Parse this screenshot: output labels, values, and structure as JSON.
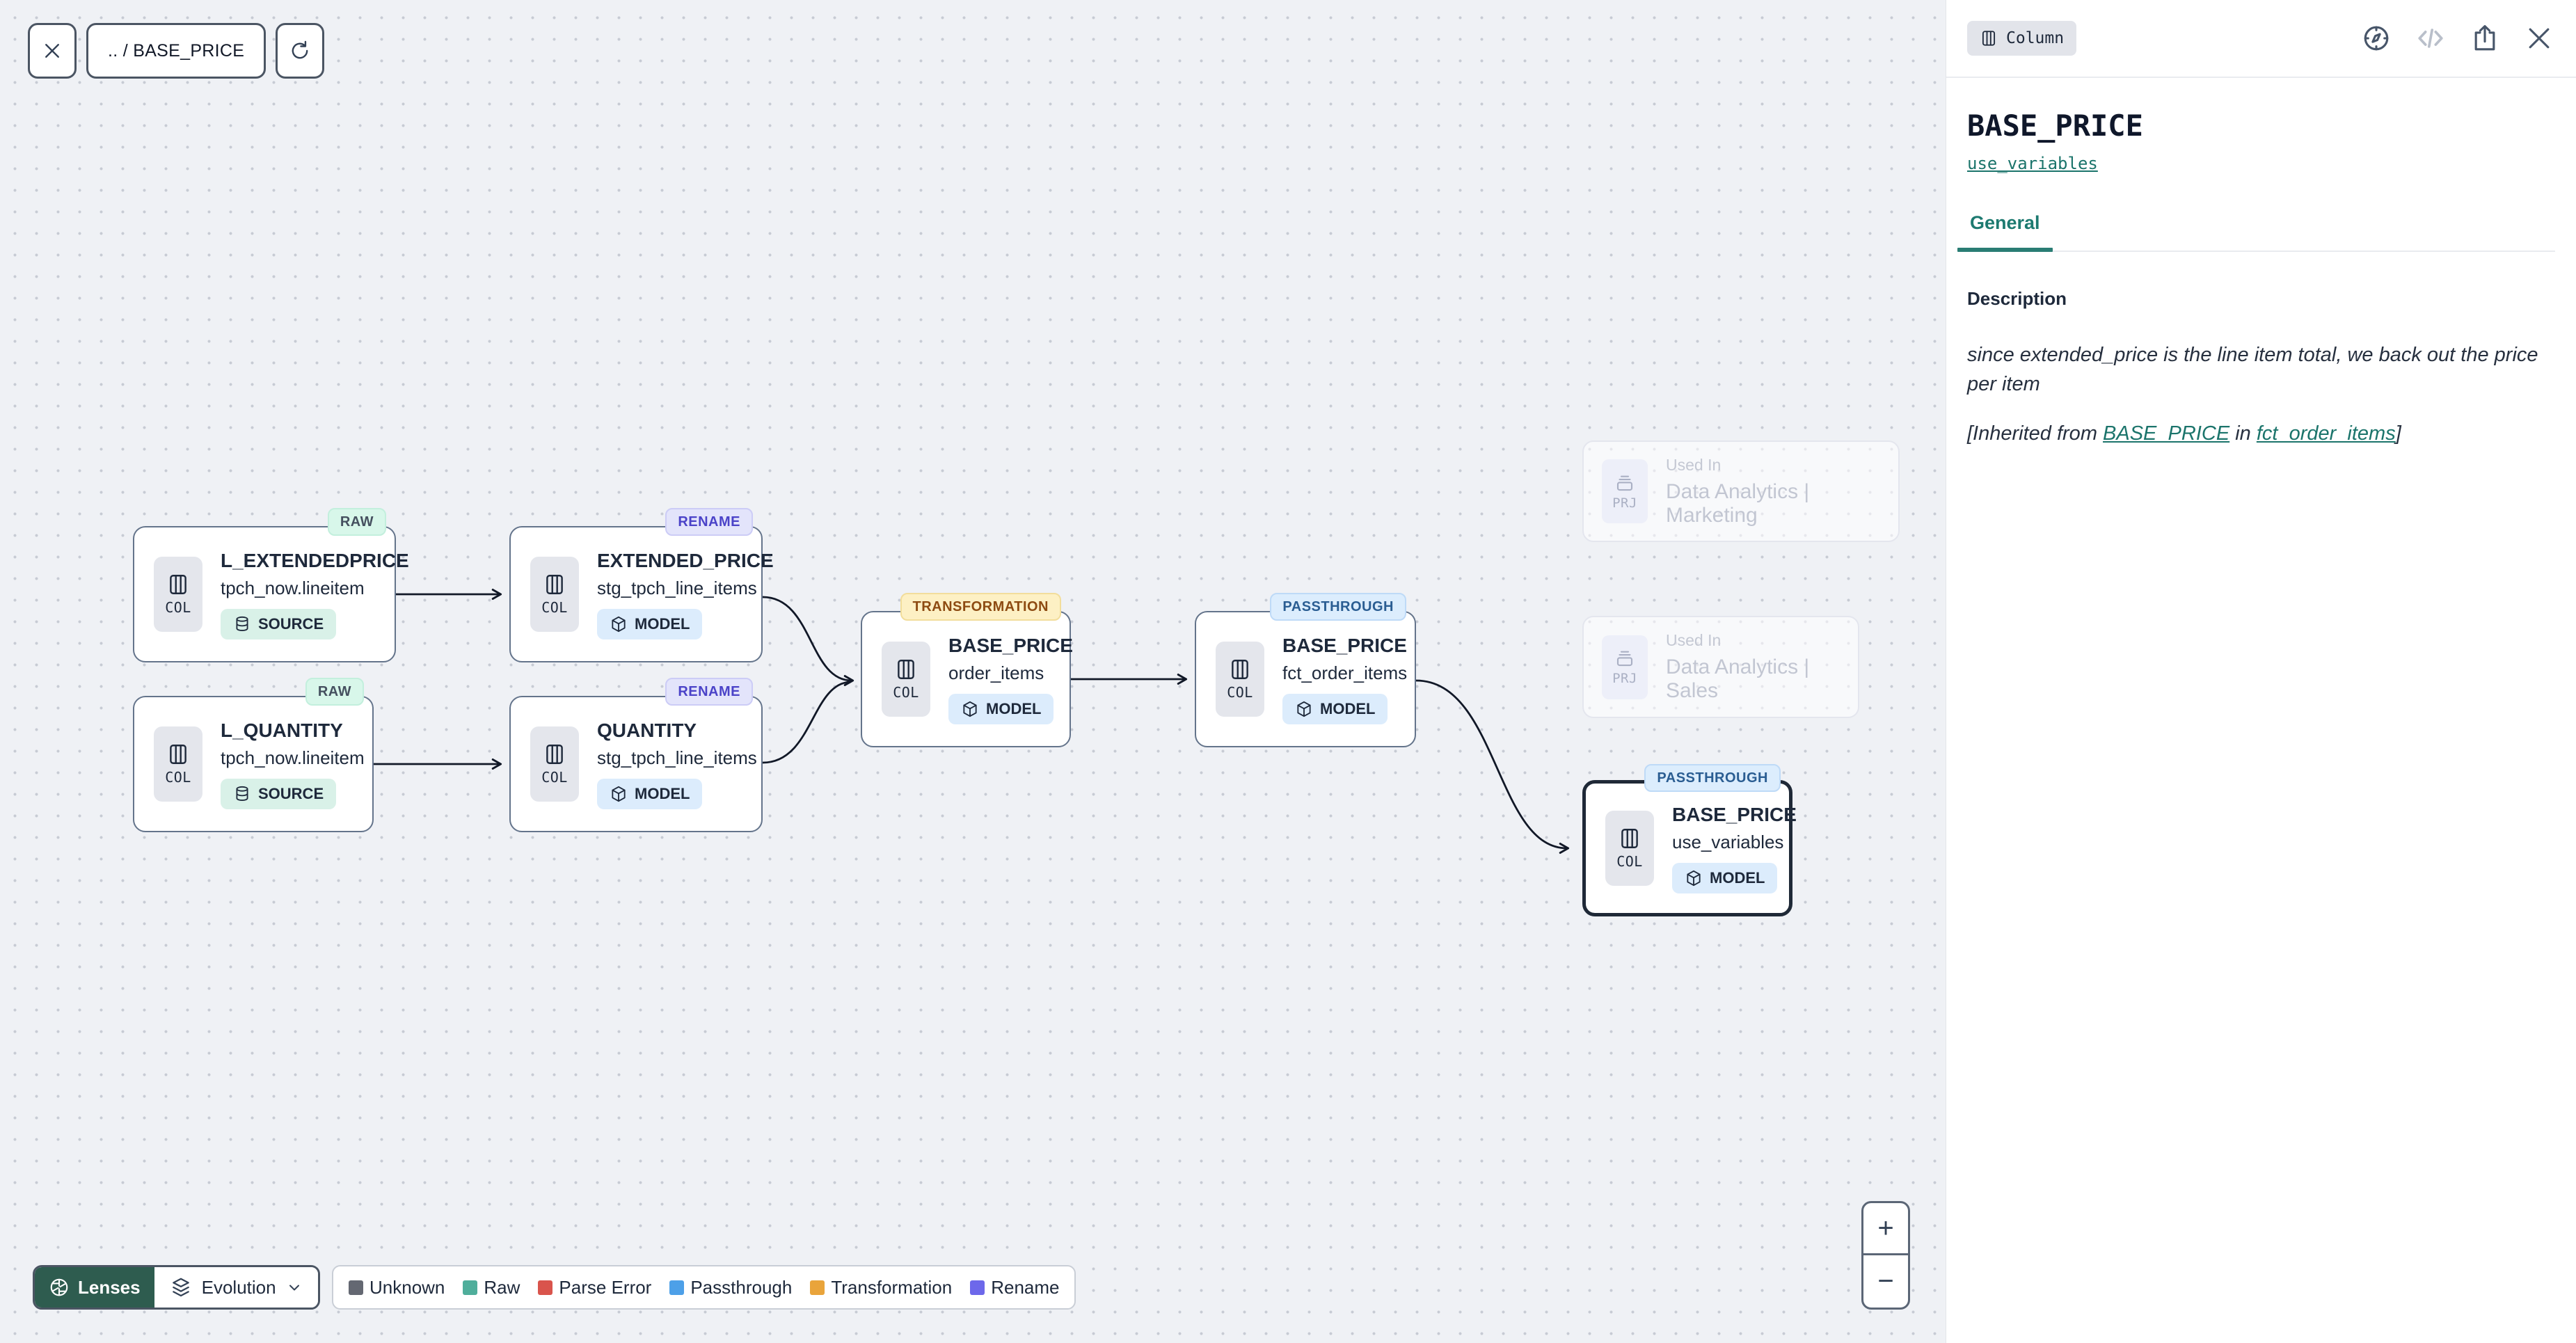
{
  "toolbar": {
    "breadcrumb": ".. / BASE_PRICE"
  },
  "canvas": {
    "nodes": [
      {
        "badge": "RAW",
        "title": "L_EXTENDEDPRICE",
        "subtitle": "tpch_now.lineitem",
        "chip": "COL",
        "tag": "SOURCE"
      },
      {
        "badge": "RAW",
        "title": "L_QUANTITY",
        "subtitle": "tpch_now.lineitem",
        "chip": "COL",
        "tag": "SOURCE"
      },
      {
        "badge": "RENAME",
        "title": "EXTENDED_PRICE",
        "subtitle": "stg_tpch_line_items",
        "chip": "COL",
        "tag": "MODEL"
      },
      {
        "badge": "RENAME",
        "title": "QUANTITY",
        "subtitle": "stg_tpch_line_items",
        "chip": "COL",
        "tag": "MODEL"
      },
      {
        "badge": "TRANSFORMATION",
        "title": "BASE_PRICE",
        "subtitle": "order_items",
        "chip": "COL",
        "tag": "MODEL"
      },
      {
        "badge": "PASSTHROUGH",
        "title": "BASE_PRICE",
        "subtitle": "fct_order_items",
        "chip": "COL",
        "tag": "MODEL"
      },
      {
        "badge": "PASSTHROUGH",
        "title": "BASE_PRICE",
        "subtitle": "use_variables",
        "chip": "COL",
        "tag": "MODEL"
      }
    ],
    "ghosts": [
      {
        "chip": "PRJ",
        "label": "Used In",
        "name": "Data Analytics | Marketing"
      },
      {
        "chip": "PRJ",
        "label": "Used In",
        "name": "Data Analytics | Sales"
      }
    ]
  },
  "lenses": {
    "button": "Lenses",
    "mode": "Evolution"
  },
  "legend": {
    "items": [
      {
        "label": "Unknown",
        "color": "#646872"
      },
      {
        "label": "Raw",
        "color": "#4fae9b"
      },
      {
        "label": "Parse Error",
        "color": "#d9544c"
      },
      {
        "label": "Passthrough",
        "color": "#4da0e8"
      },
      {
        "label": "Transformation",
        "color": "#e9a43b"
      },
      {
        "label": "Rename",
        "color": "#6d68ea"
      }
    ]
  },
  "zoom_controls": {
    "zoom_in": "+",
    "zoom_out": "−"
  },
  "panel": {
    "type_badge": "Column",
    "title": "BASE_PRICE",
    "model_link": "use_variables",
    "tabs": [
      {
        "label": "General"
      }
    ],
    "description": {
      "label": "Description",
      "text": "since extended_price is the line item total, we back out the price per item",
      "inherited_prefix": "[Inherited from ",
      "inherited_link_column": "BASE_PRICE",
      "inherited_infix": " in ",
      "inherited_link_model": "fct_order_items",
      "inherited_suffix": "]"
    }
  },
  "colors": {
    "accent_teal": "#1b746b",
    "lenses_button": "#2e5c4f",
    "edge": "#111827"
  }
}
